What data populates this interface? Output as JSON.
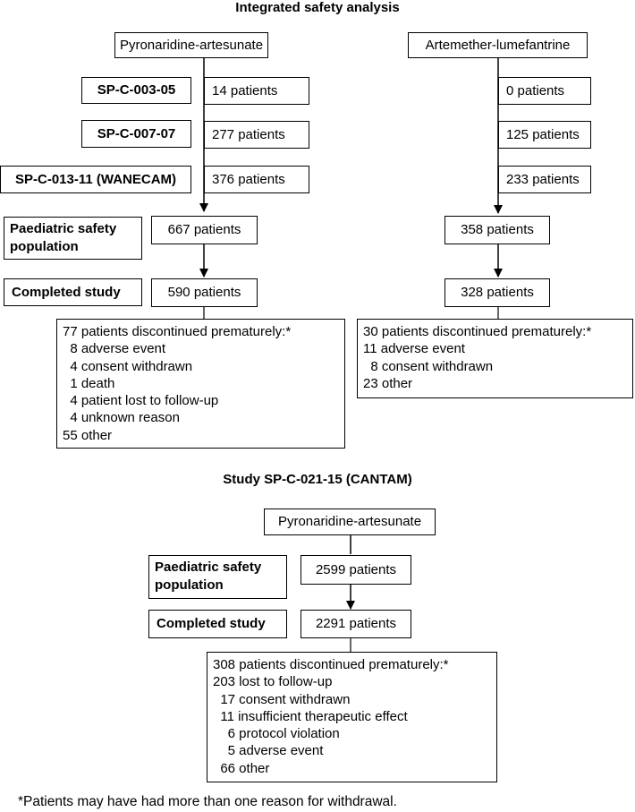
{
  "section1": {
    "title": "Integrated safety analysis",
    "pa_label": "Pyronaridine-artesunate",
    "al_label": "Artemether-lumefantrine",
    "studies": [
      {
        "name": "SP-C-003-05",
        "pa": "14 patients",
        "al": "0 patients"
      },
      {
        "name": "SP-C-007-07",
        "pa": "277 patients",
        "al": "125 patients"
      },
      {
        "name": "SP-C-013-11 (WANECAM)",
        "pa": "376 patients",
        "al": "233 patients"
      }
    ],
    "safety_label_line1": "Paediatric safety",
    "safety_label_line2": "population",
    "safety_pa": "667 patients",
    "safety_al": "358 patients",
    "completed_label": "Completed study",
    "completed_pa": "590 patients",
    "completed_al": "328 patients",
    "discontinued_pa": [
      "77 patients discontinued prematurely:*",
      "  8 adverse event",
      "  4 consent withdrawn",
      "  1 death",
      "  4 patient lost to follow-up",
      "  4 unknown reason",
      "55 other"
    ],
    "discontinued_al": [
      "30 patients discontinued prematurely:*",
      "11 adverse event",
      "  8 consent withdrawn",
      "23 other"
    ]
  },
  "section2": {
    "title": "Study SP-C-021-15 (CANTAM)",
    "pa_label": "Pyronaridine-artesunate",
    "safety_label_line1": "Paediatric safety",
    "safety_label_line2": "population",
    "safety_pa": "2599 patients",
    "completed_label": "Completed study",
    "completed_pa": "2291 patients",
    "discontinued": [
      "308 patients discontinued prematurely:*",
      "203 lost to follow-up",
      "  17 consent withdrawn",
      "  11 insufficient therapeutic effect",
      "    6 protocol violation",
      "    5 adverse event",
      "  66 other"
    ]
  },
  "footnote": "*Patients may have had more than one reason for withdrawal."
}
